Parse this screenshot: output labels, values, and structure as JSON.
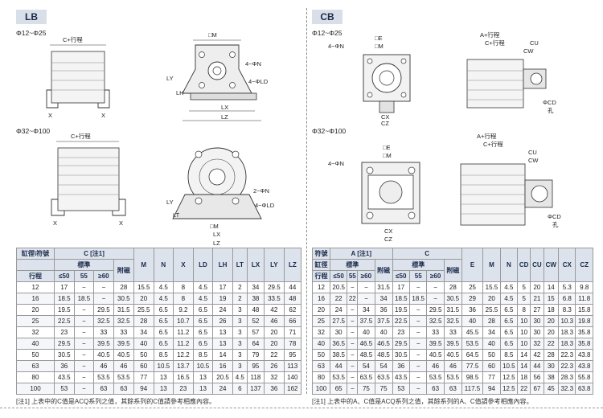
{
  "lb": {
    "tag": "LB",
    "range_small": "Φ12~Φ25",
    "range_large": "Φ32~Φ100",
    "labels": {
      "c_stroke": "C+行程",
      "m": "□M",
      "n": "4−ΦN",
      "ld": "4−ΦLD",
      "n2": "2−ΦN",
      "ld2": "4−ΦLD",
      "ly": "LY",
      "lh": "LH",
      "lt": "LT",
      "lx": "LX",
      "lz": "LZ",
      "x": "X"
    },
    "table": {
      "h_bore": "缸徑\\符號",
      "h_c": "C",
      "h_note": "[注1]",
      "h_std": "標準",
      "h_mag": "附磁",
      "h_stroke": "行程",
      "h_sub": [
        "≤50",
        "55",
        "≥60"
      ],
      "cols": [
        "M",
        "N",
        "X",
        "LD",
        "LH",
        "LT",
        "LX",
        "LY",
        "LZ"
      ],
      "rows": [
        [
          "12",
          "17",
          "−",
          "−",
          "28",
          "15.5",
          "4.5",
          "8",
          "4.5",
          "17",
          "2",
          "34",
          "29.5",
          "44"
        ],
        [
          "16",
          "18.5",
          "18.5",
          "−",
          "30.5",
          "20",
          "4.5",
          "8",
          "4.5",
          "19",
          "2",
          "38",
          "33.5",
          "48"
        ],
        [
          "20",
          "19.5",
          "−",
          "29.5",
          "31.5",
          "25.5",
          "6.5",
          "9.2",
          "6.5",
          "24",
          "3",
          "48",
          "42",
          "62"
        ],
        [
          "25",
          "22.5",
          "−",
          "32.5",
          "32.5",
          "28",
          "6.5",
          "10.7",
          "6.5",
          "26",
          "3",
          "52",
          "46",
          "66"
        ],
        [
          "32",
          "23",
          "−",
          "33",
          "33",
          "34",
          "6.5",
          "11.2",
          "6.5",
          "13",
          "3",
          "57",
          "20",
          "71"
        ],
        [
          "40",
          "29.5",
          "−",
          "39.5",
          "39.5",
          "40",
          "6.5",
          "11.2",
          "6.5",
          "13",
          "3",
          "64",
          "20",
          "78"
        ],
        [
          "50",
          "30.5",
          "−",
          "40.5",
          "40.5",
          "50",
          "8.5",
          "12.2",
          "8.5",
          "14",
          "3",
          "79",
          "22",
          "95"
        ],
        [
          "63",
          "36",
          "−",
          "46",
          "46",
          "60",
          "10.5",
          "13.7",
          "10.5",
          "16",
          "3",
          "95",
          "26",
          "113"
        ],
        [
          "80",
          "43.5",
          "−",
          "53.5",
          "53.5",
          "77",
          "13",
          "16.5",
          "13",
          "20.5",
          "4.5",
          "118",
          "32",
          "140"
        ],
        [
          "100",
          "53",
          "−",
          "63",
          "63",
          "94",
          "13",
          "23",
          "13",
          "24",
          "6",
          "137",
          "36",
          "162"
        ]
      ]
    },
    "note": "[注1] 上表中的C值是ACQ系列之值，其餘系列的C值請參考相應內容。"
  },
  "cb": {
    "tag": "CB",
    "range_small": "Φ12~Φ25",
    "range_large": "Φ32~Φ100",
    "labels": {
      "a_stroke": "A+行程",
      "c_stroke": "C+行程",
      "e": "□E",
      "m": "□M",
      "n": "4−ΦN",
      "cu": "CU",
      "cw": "CW",
      "cd": "ΦCD",
      "cd_hole": "孔",
      "cx": "CX",
      "cz": "CZ"
    },
    "table": {
      "h_sym": "符號",
      "h_bore": "缸徑",
      "h_stroke": "行程",
      "h_a": "A",
      "h_note": "[注1]",
      "h_c": "C",
      "h_std": "標準",
      "h_mag_a": "附磁",
      "h_mag_c": "附磁",
      "h_sub": [
        "≤50",
        "55",
        "≥60"
      ],
      "cols": [
        "E",
        "M",
        "N",
        "CD",
        "CU",
        "CW",
        "CX",
        "CZ"
      ],
      "rows": [
        [
          "12",
          "20.5",
          "−",
          "−",
          "31.5",
          "17",
          "−",
          "−",
          "28",
          "25",
          "15.5",
          "4.5",
          "5",
          "20",
          "14",
          "5.3",
          "9.8"
        ],
        [
          "16",
          "22",
          "22",
          "−",
          "34",
          "18.5",
          "18.5",
          "−",
          "30.5",
          "29",
          "20",
          "4.5",
          "5",
          "21",
          "15",
          "6.8",
          "11.8"
        ],
        [
          "20",
          "24",
          "−",
          "34",
          "36",
          "19.5",
          "−",
          "29.5",
          "31.5",
          "36",
          "25.5",
          "6.5",
          "8",
          "27",
          "18",
          "8.3",
          "15.8"
        ],
        [
          "25",
          "27.5",
          "−",
          "37.5",
          "37.5",
          "22.5",
          "−",
          "32.5",
          "32.5",
          "40",
          "28",
          "6.5",
          "10",
          "30",
          "20",
          "10.3",
          "19.8"
        ],
        [
          "32",
          "30",
          "−",
          "40",
          "40",
          "23",
          "−",
          "33",
          "33",
          "45.5",
          "34",
          "6.5",
          "10",
          "30",
          "20",
          "18.3",
          "35.8"
        ],
        [
          "40",
          "36.5",
          "−",
          "46.5",
          "46.5",
          "29.5",
          "−",
          "39.5",
          "39.5",
          "53.5",
          "40",
          "6.5",
          "10",
          "32",
          "22",
          "18.3",
          "35.8"
        ],
        [
          "50",
          "38.5",
          "−",
          "48.5",
          "48.5",
          "30.5",
          "−",
          "40.5",
          "40.5",
          "64.5",
          "50",
          "8.5",
          "14",
          "42",
          "28",
          "22.3",
          "43.8"
        ],
        [
          "63",
          "44",
          "−",
          "54",
          "54",
          "36",
          "−",
          "46",
          "46",
          "77.5",
          "60",
          "10.5",
          "14",
          "44",
          "30",
          "22.3",
          "43.8"
        ],
        [
          "80",
          "53.5",
          "−",
          "63.5",
          "63.5",
          "43.5",
          "−",
          "53.5",
          "53.5",
          "98.5",
          "77",
          "12.5",
          "18",
          "56",
          "38",
          "28.3",
          "55.8"
        ],
        [
          "100",
          "65",
          "−",
          "75",
          "75",
          "53",
          "−",
          "63",
          "63",
          "117.5",
          "94",
          "12.5",
          "22",
          "67",
          "45",
          "32.3",
          "63.8"
        ]
      ]
    },
    "note": "[注1] 上表中的A、C值是ACQ系列之值，其餘系列的A、C值請參考相應內容。"
  },
  "colors": {
    "header_bg": "#dde3ec",
    "tag_bg": "#d9dfe8",
    "line": "#333333"
  }
}
